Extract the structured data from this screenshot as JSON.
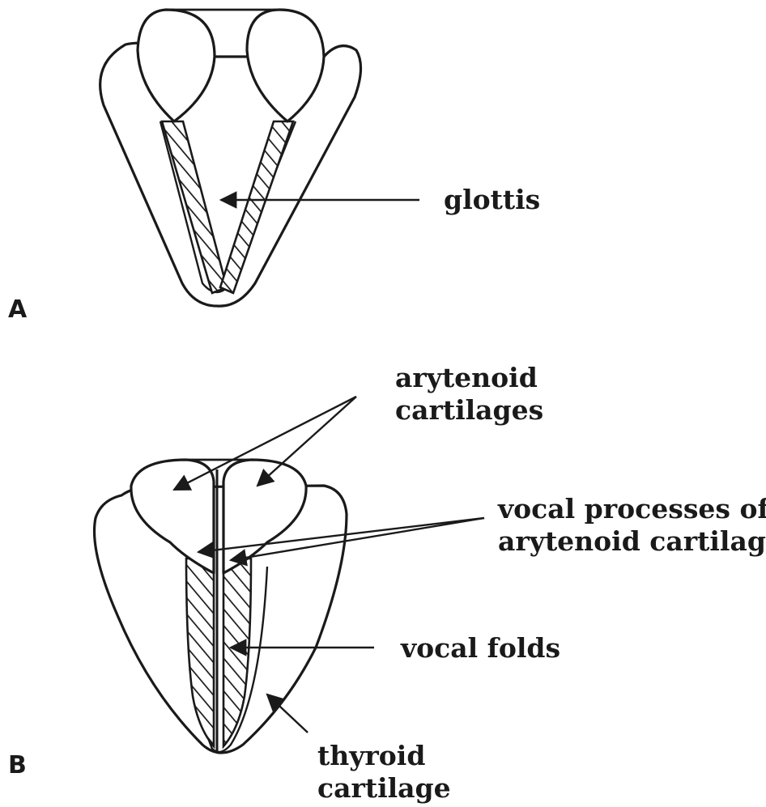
{
  "panel_a": {
    "letter": "A",
    "labels": {
      "glottis": "glottis"
    }
  },
  "panel_b": {
    "letter": "B",
    "labels": {
      "arytenoid_line1": "arytenoid",
      "arytenoid_line2": "cartilages",
      "vocal_processes_line1": "vocal processes of",
      "vocal_processes_line2": "arytenoid cartilages",
      "vocal_folds": "vocal folds",
      "thyroid_line1": "thyroid",
      "thyroid_line2": "cartilage"
    }
  }
}
